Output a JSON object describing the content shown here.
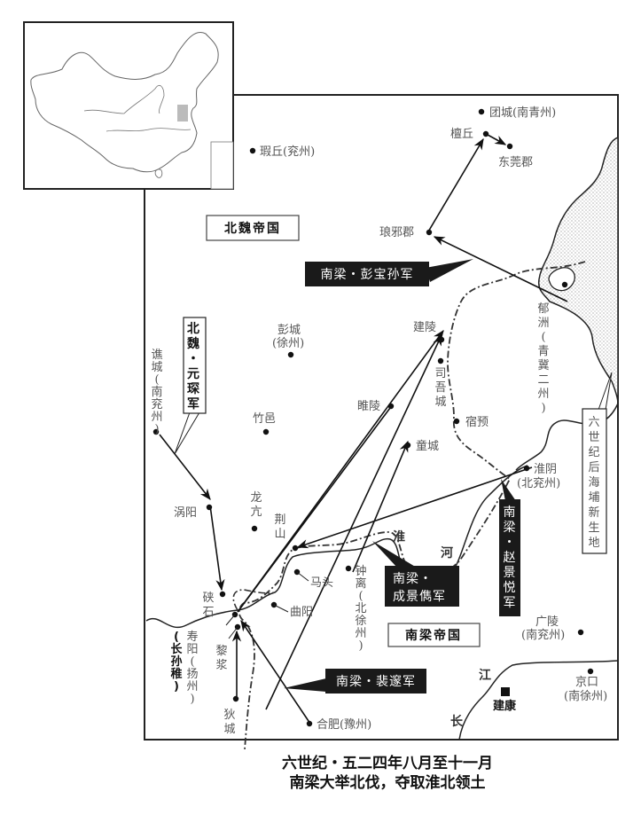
{
  "caption": {
    "line1": "六世纪・五二四年八月至十一月",
    "line2": "南梁大举北伐，夺取淮北领土"
  },
  "regions": {
    "north_wei": "北魏帝国",
    "south_liang": "南梁帝国"
  },
  "armies": {
    "peng_baosun": "南梁・彭宝孙军",
    "yuan_chen": [
      "北",
      "魏",
      "・",
      "元",
      "琛",
      "军"
    ],
    "cheng_jingjun_line1": "南梁・",
    "cheng_jingjun_line2": "成景儁军",
    "zhao_jingyue": [
      "南",
      "梁",
      "・",
      "赵",
      "景",
      "悦",
      "军"
    ],
    "pei_sui": "南梁・裴邃军"
  },
  "annotations": {
    "new_land": [
      "六",
      "世",
      "纪",
      "后",
      "海",
      "埔",
      "新",
      "生",
      "地"
    ]
  },
  "rivers": {
    "huai": [
      "淮",
      "河"
    ],
    "yangtze": [
      "江",
      "长"
    ]
  },
  "cities": {
    "xiaqiu": "瑕丘(兖州)",
    "tuancheng": "团城(南青州)",
    "tanqiu": "檀丘",
    "dongguan": "东莞郡",
    "langye": "琅邪郡",
    "yuzhou": [
      "郁",
      "洲",
      "(",
      "青",
      "冀",
      "二",
      "州",
      ")"
    ],
    "pengcheng_1": "彭城",
    "pengcheng_2": "(徐州)",
    "qiaocheng": [
      "谯",
      "城",
      "(",
      "南",
      "兖",
      "州",
      ")"
    ],
    "zhuyi": "竹邑",
    "jianling": "建陵",
    "siwu": [
      "司",
      "吾",
      "城"
    ],
    "suiling": "睢陵",
    "suyu": "宿预",
    "tongcheng": "童城",
    "huaiyin_1": "淮阴",
    "huaiyin_2": "(北兖州)",
    "woyang": "涡阳",
    "longkang": [
      "龙",
      "亢"
    ],
    "jingshan": [
      "荆",
      "山"
    ],
    "matou": "马头",
    "quyang": "曲阳",
    "zhongli": [
      "钟",
      "离",
      "(",
      "北",
      "徐",
      "州",
      ")"
    ],
    "xiashi": [
      "硖",
      "石"
    ],
    "shouyang": [
      "寿",
      "阳",
      "(",
      "扬",
      "州",
      ")"
    ],
    "zhangsunzhi": [
      "(",
      "长",
      "孙",
      "稚",
      ")"
    ],
    "lijiang": [
      "黎",
      "浆"
    ],
    "dicheng": [
      "狄",
      "城"
    ],
    "hefei": "合肥(豫州)",
    "guangling_1": "广陵",
    "guangling_2": "(南兖州)",
    "jiankang": "建康",
    "jingkou_1": "京口",
    "jingkou_2": "(南徐州)"
  },
  "colors": {
    "army_box": "#1a1a1a",
    "land_fill": "#e6e6e6",
    "ink": "#222222"
  }
}
